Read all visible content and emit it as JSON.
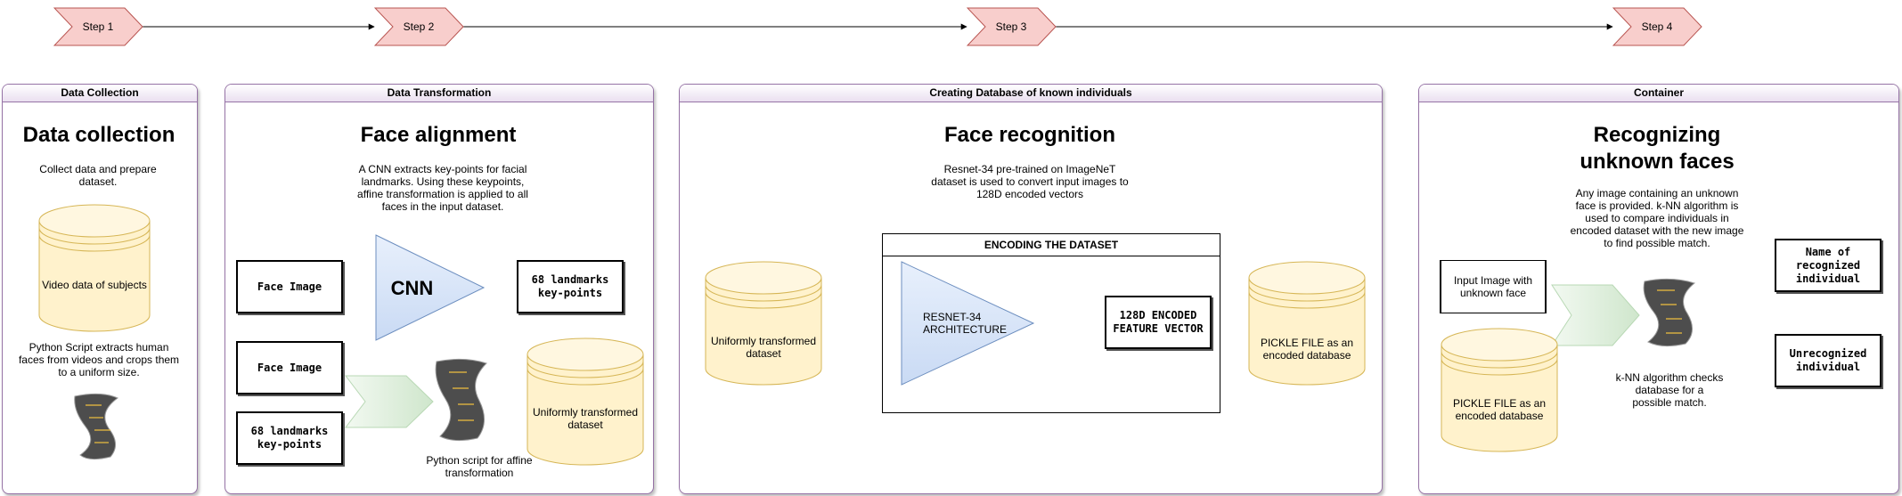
{
  "steps": [
    "Step 1",
    "Step 2",
    "Step 3",
    "Step 4"
  ],
  "panels": {
    "collection": {
      "header": "Data Collection",
      "title": "Data collection",
      "intro": "Collect data and prepare dataset.",
      "db_label": "Video data of subjects",
      "script_text": "Python Script extracts human faces from videos and crops them to a uniform size."
    },
    "transform": {
      "header": "Data Transformation",
      "title": "Face alignment",
      "intro": "A CNN extracts key-points for facial landmarks. Using these keypoints, affine transformation is applied to all faces in the input dataset.",
      "face_image_1": "Face Image",
      "cnn": "CNN",
      "landmarks_1": "68 landmarks key-points",
      "face_image_2": "Face Image",
      "landmarks_2": "68 landmarks key-points",
      "db_label": "Uniformly transformed dataset",
      "script_caption": "Python script for affine transformation"
    },
    "database": {
      "header": "Creating Database of known individuals",
      "title": "Face recognition",
      "intro": "Resnet-34 pre-trained on ImageNeT dataset is used to convert input images to 128D encoded vectors",
      "db_in_label": "Uniformly transformed dataset",
      "enc_header": "ENCODING THE DATASET",
      "resnet": "RESNET-34 ARCHITECTURE",
      "vector": "128D ENCODED FEATURE VECTOR",
      "db_out_label": "PICKLE FILE as an encoded database"
    },
    "container": {
      "header": "Container",
      "title": "Recognizing unknown faces",
      "intro": "Any image containing an unknown face is provided. k-NN algorithm is used to compare individuals in encoded dataset with the new image to find possible match.",
      "input_label": "Input Image with unknown face",
      "db_label": "PICKLE FILE as an encoded database",
      "knn_caption": "k-NN algorithm checks database for a possible match.",
      "out_recognized": "Name of recognized individual",
      "out_unrecognized": "Unrecognized individual"
    }
  },
  "colors": {
    "step_fill": "#f8cecc",
    "step_stroke": "#b85450",
    "panel_stroke": "#9673a6",
    "db_fill": "#fff2cc",
    "db_stroke": "#d6b656",
    "cnn_fill": "#dae8fc",
    "cnn_stroke": "#6c8ebf",
    "arrow_fill": "#d5e8d4",
    "arrow_stroke": "#82b366",
    "script_fill": "#4d4d4d",
    "script_line": "#f0c040"
  }
}
